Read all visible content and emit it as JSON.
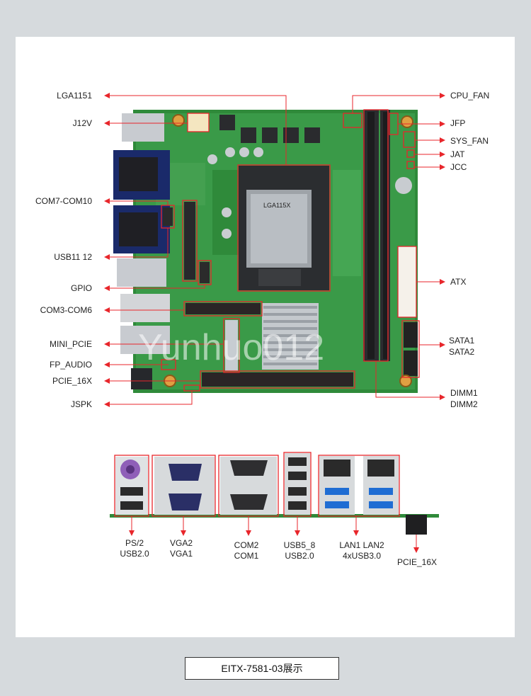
{
  "labels_left": [
    {
      "id": "lga1151",
      "text": "LGA1151"
    },
    {
      "id": "j12v",
      "text": "J12V"
    },
    {
      "id": "com7-com10",
      "text": "COM7-COM10"
    },
    {
      "id": "usb11-12",
      "text": "USB11 12"
    },
    {
      "id": "gpio",
      "text": "GPIO"
    },
    {
      "id": "com3-com6",
      "text": "COM3-COM6"
    },
    {
      "id": "mini-pcie",
      "text": "MINI_PCIE"
    },
    {
      "id": "fp-audio",
      "text": "FP_AUDIO"
    },
    {
      "id": "pcie-16x",
      "text": "PCIE_16X"
    },
    {
      "id": "jspk",
      "text": "JSPK"
    }
  ],
  "labels_right": [
    {
      "id": "cpu-fan",
      "text": "CPU_FAN"
    },
    {
      "id": "jfp",
      "text": "JFP"
    },
    {
      "id": "sys-fan",
      "text": "SYS_FAN"
    },
    {
      "id": "jat",
      "text": "JAT"
    },
    {
      "id": "jcc",
      "text": "JCC"
    },
    {
      "id": "atx",
      "text": "ATX"
    },
    {
      "id": "sata",
      "text": "SATA1\nSATA2"
    },
    {
      "id": "dimm",
      "text": "DIMM1\nDIMM2"
    }
  ],
  "io_labels": [
    {
      "id": "ps2-usb",
      "text": "PS/2\nUSB2.0"
    },
    {
      "id": "vga",
      "text": "VGA2\nVGA1"
    },
    {
      "id": "com",
      "text": "COM2\nCOM1"
    },
    {
      "id": "usb5-8",
      "text": "USB5_8\nUSB2.0"
    },
    {
      "id": "lan",
      "text": "LAN1 LAN2\n4xUSB3.0"
    },
    {
      "id": "pcie-16x-io",
      "text": "PCIE_16X"
    }
  ],
  "cpu_socket_text": "LGA115X",
  "watermark": "Yunhuo012",
  "caption": "EITX-7581-03展示",
  "colors": {
    "annotation": "#e8262b",
    "board": "#2f8a3a",
    "board_light": "#4aa55a",
    "background": "#d6dadd"
  }
}
